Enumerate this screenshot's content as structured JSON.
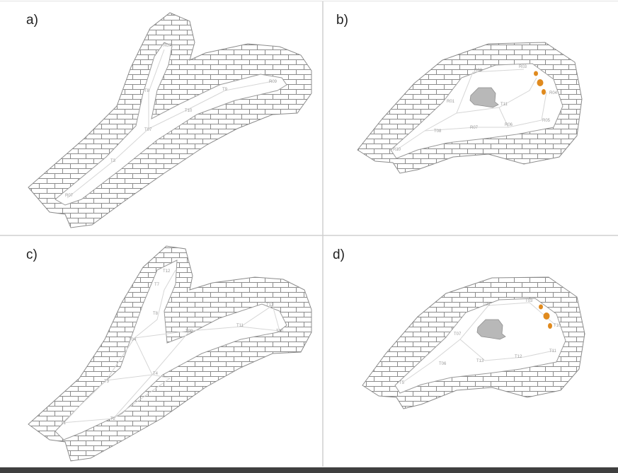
{
  "panels": [
    {
      "id": "a",
      "label": "a)",
      "stations": [
        {
          "name": "R07"
        },
        {
          "name": "T8"
        },
        {
          "name": "T9"
        },
        {
          "name": "R09"
        },
        {
          "name": "T10"
        },
        {
          "name": "T07"
        },
        {
          "name": "T3"
        },
        {
          "name": "R07"
        }
      ]
    },
    {
      "id": "b",
      "label": "b)",
      "stations": [
        {
          "name": "R02"
        },
        {
          "name": "R03"
        },
        {
          "name": "R01"
        },
        {
          "name": "T11"
        },
        {
          "name": "R04"
        },
        {
          "name": "T08"
        },
        {
          "name": "R07"
        },
        {
          "name": "R06"
        },
        {
          "name": "R05"
        },
        {
          "name": "R10"
        }
      ]
    },
    {
      "id": "c",
      "label": "c)",
      "stations": [
        {
          "name": "T12"
        },
        {
          "name": "T7"
        },
        {
          "name": "T8"
        },
        {
          "name": "T09"
        },
        {
          "name": "T04"
        },
        {
          "name": "T3"
        },
        {
          "name": "T4"
        },
        {
          "name": "T13"
        },
        {
          "name": "T11"
        },
        {
          "name": "T10"
        },
        {
          "name": "T2"
        },
        {
          "name": "T1"
        }
      ]
    },
    {
      "id": "d",
      "label": "d)",
      "stations": [
        {
          "name": "T08"
        },
        {
          "name": "T03"
        },
        {
          "name": "T07"
        },
        {
          "name": "T10"
        },
        {
          "name": "T06"
        },
        {
          "name": "T13"
        },
        {
          "name": "T12"
        },
        {
          "name": "T11"
        },
        {
          "name": "T5"
        }
      ]
    }
  ],
  "colors": {
    "brick_line": "#8c8c8c",
    "tunnel_fill": "#ffffff",
    "survey_line": "#d6d6d6",
    "station_text": "#9a9a9a",
    "rock": "#b8b8b8",
    "marker": "#e08a1e",
    "divider": "#cfcfcf"
  }
}
